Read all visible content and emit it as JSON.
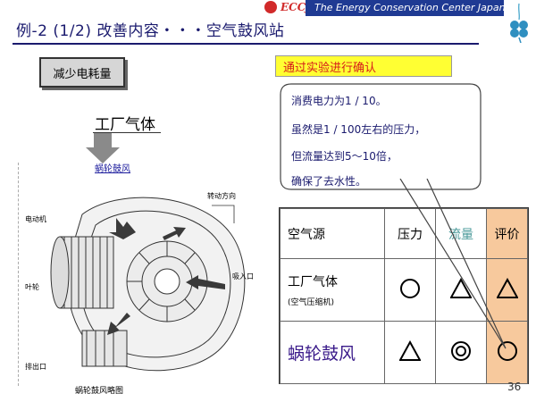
{
  "header": {
    "title": "例-2 (1/2) 改善内容・・・空气鼓风站",
    "logo": "ECCJ",
    "org": "The Energy Conservation Center Japan"
  },
  "left": {
    "reduce_label": "减少电耗量",
    "factory_air": "工厂气体",
    "blower_link": "蜗轮鼓风",
    "labels": {
      "direction": "转动方向",
      "motor": "电动机",
      "impeller": "叶轮",
      "inlet": "吸入口",
      "outlet": "排出口"
    },
    "caption": "蜗轮鼓风略图"
  },
  "right": {
    "experiment": "通过实验进行确认",
    "bubble_lines": [
      "消费电力为1 / 10。",
      "虽然是1 / 100左右的压力，",
      "但流量达到5～10倍，",
      "确保了去水性。"
    ],
    "table": {
      "headers": [
        "空气源",
        "压力",
        "流量",
        "评价"
      ],
      "rows": [
        {
          "name": "工厂气体",
          "sub": "(空气压缩机)",
          "pressure": "circle",
          "flow": "triangle",
          "eval": "triangle"
        },
        {
          "name": "蜗轮鼓风",
          "sub": "",
          "pressure": "triangle",
          "flow": "double-circle",
          "eval": "circle"
        }
      ]
    }
  },
  "page_number": "36",
  "colors": {
    "header_bar": "#1f3a93",
    "highlight": "#ffff33",
    "eval_fill": "#f7c99d",
    "accent_text": "#d61a1a"
  }
}
